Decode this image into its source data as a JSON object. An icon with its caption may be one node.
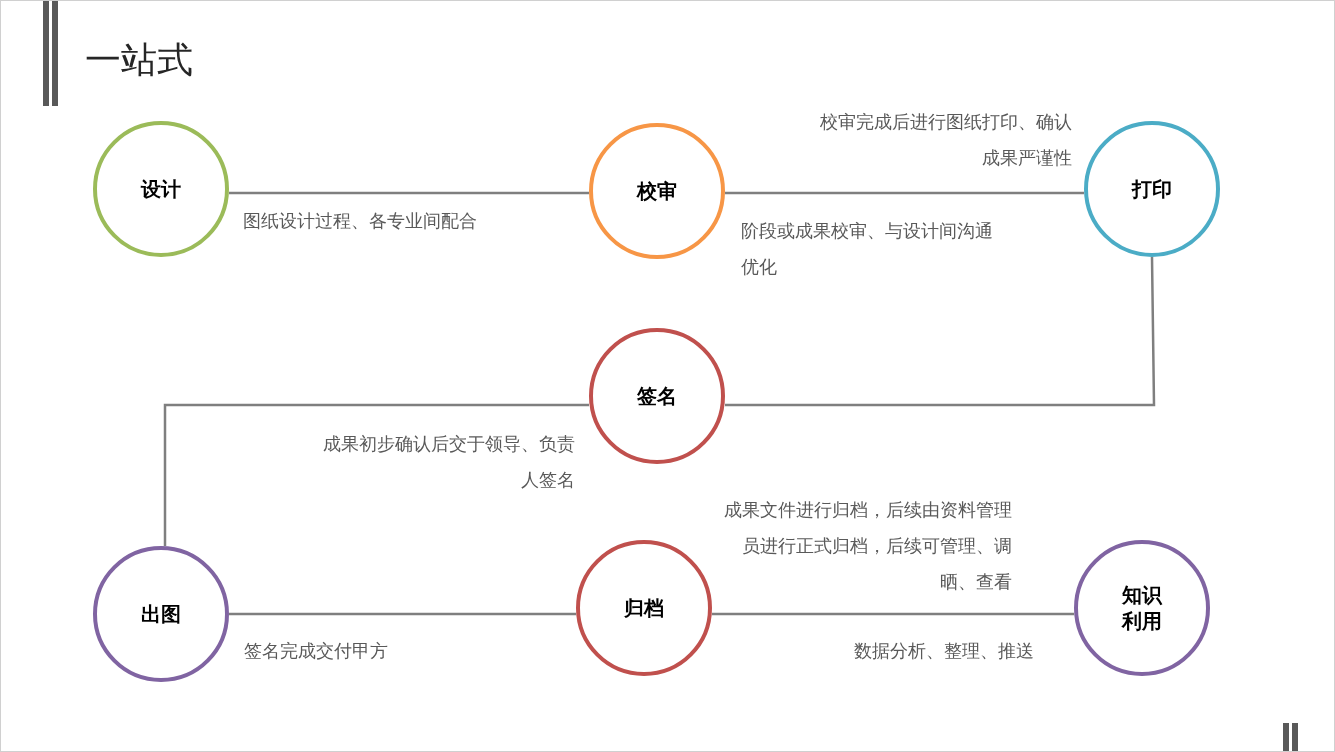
{
  "diagram": {
    "title": "一站式",
    "nodes": [
      {
        "text": [
          "设计"
        ],
        "beside": [
          "图纸设计过程、各专业间配合"
        ]
      },
      {
        "text": [
          "校审"
        ],
        "beside": [
          "阶段或成果校审、与设计间沟通优化"
        ]
      },
      {
        "text": [
          "打印"
        ],
        "beside": [
          "校审完成后进行图纸打印、确认成果严谨性"
        ]
      },
      {
        "text": [
          "签名"
        ],
        "beside": [
          "成果初步确认后交于领导、负责人签名"
        ]
      },
      {
        "text": [
          "出图"
        ],
        "beside": [
          "签名完成交付甲方"
        ]
      },
      {
        "text": [
          "归档"
        ],
        "beside": [
          "成果文件进行归档，后续由资料管理员进行正式归档，后续可管理、调晒、查看"
        ]
      },
      {
        "text": [
          "知识利用"
        ],
        "beside": [
          "数据分析、整理、推送"
        ]
      }
    ],
    "edges": [
      {
        "from": 0,
        "to": 1,
        "arrow": "none"
      },
      {
        "from": 1,
        "to": 2,
        "arrow": "none"
      },
      {
        "from": 2,
        "to": 3,
        "arrow": "none"
      },
      {
        "from": 3,
        "to": 4,
        "arrow": "none"
      },
      {
        "from": 4,
        "to": 5,
        "arrow": "none"
      },
      {
        "from": 5,
        "to": 6,
        "arrow": "none"
      }
    ]
  }
}
